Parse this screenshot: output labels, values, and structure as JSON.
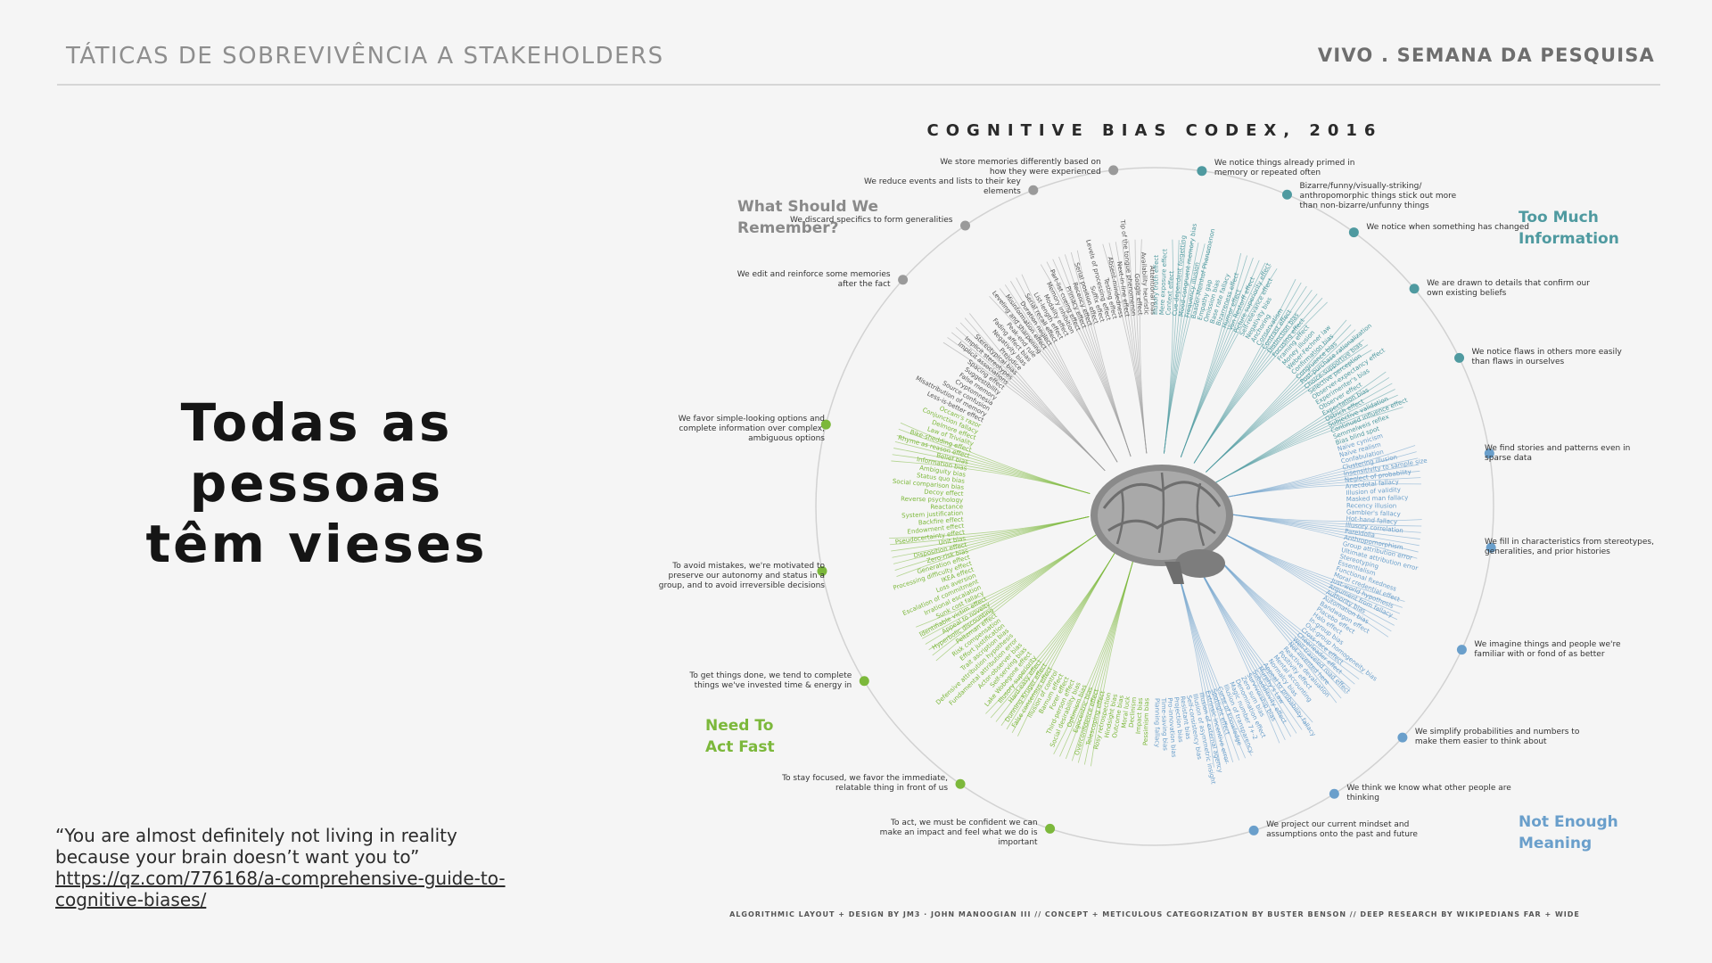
{
  "header": {
    "left_title": "TÁTICAS DE SOBREVIVÊNCIA A STAKEHOLDERS",
    "right_title": "VIVO . SEMANA DA PESQUISA"
  },
  "headline": {
    "line1": "Todas as",
    "line2": "pessoas",
    "line3": "têm vieses"
  },
  "quote": {
    "line1": "“You are almost definitely not living in reality",
    "line2": "because your brain doesn’t want you to”",
    "link": "https://qz.com/776168/a-comprehensive-guide-to-cognitive-biases/"
  },
  "codex": {
    "title": "COGNITIVE BIAS CODEX, 2016",
    "footer": "ALGORITHMIC LAYOUT + DESIGN BY JM3 · JOHN MANOOGIAN III // CONCEPT + METICULOUS CATEGORIZATION BY BUSTER BENSON // DEEP RESEARCH BY WIKIPEDIANS FAR + WIDE",
    "colors": {
      "remember": "#9a9a9a",
      "info": "#4f9aa0",
      "fast": "#7cb83b",
      "meaning": "#6a9fcb"
    },
    "sectors": {
      "remember": {
        "line1": "What Should We",
        "line2": "Remember?"
      },
      "info": {
        "line1": "Too Much",
        "line2": "Information"
      },
      "fast": {
        "line1": "Need To",
        "line2": "Act Fast"
      },
      "meaning": {
        "line1": "Not Enough",
        "line2": "Meaning"
      }
    },
    "nodes": [
      {
        "text": "We store memories differently based on how they were experienced",
        "sector": "remember"
      },
      {
        "text": "We reduce events and lists to their key elements",
        "sector": "remember"
      },
      {
        "text": "We discard specifics to form generalities",
        "sector": "remember"
      },
      {
        "text": "We edit and reinforce some memories after the fact",
        "sector": "remember"
      },
      {
        "text": "We notice things already primed in memory or repeated often",
        "sector": "info"
      },
      {
        "text": "Bizarre/funny/visually-striking/ anthropomorphic things stick out more than non-bizarre/unfunny things",
        "sector": "info"
      },
      {
        "text": "We notice when something has changed",
        "sector": "info"
      },
      {
        "text": "We are drawn to details that confirm our own existing beliefs",
        "sector": "info"
      },
      {
        "text": "We notice flaws in others more easily than flaws in ourselves",
        "sector": "info"
      },
      {
        "text": "We find stories and patterns even in sparse data",
        "sector": "meaning"
      },
      {
        "text": "We fill in characteristics from stereotypes, generalities, and prior histories",
        "sector": "meaning"
      },
      {
        "text": "We imagine things and people we're familiar with or fond of as better",
        "sector": "meaning"
      },
      {
        "text": "We simplify probabilities and numbers to make them easier to think about",
        "sector": "meaning"
      },
      {
        "text": "We think we know what other people are thinking",
        "sector": "meaning"
      },
      {
        "text": "We project our current mindset and assumptions onto the past and future",
        "sector": "meaning"
      },
      {
        "text": "To act, we must be confident we can make an impact and feel what we do is important",
        "sector": "fast"
      },
      {
        "text": "To stay focused, we favor the immediate, relatable thing in front of us",
        "sector": "fast"
      },
      {
        "text": "To get things done, we tend to complete things we've invested time & energy in",
        "sector": "fast"
      },
      {
        "text": "To avoid mistakes, we're motivated to preserve our autonomy and status in a group, and to avoid irreversible decisions",
        "sector": "fast"
      },
      {
        "text": "We favor simple-looking options and complete information over complex, ambiguous options",
        "sector": "fast"
      }
    ],
    "bias_labels": [
      "Availability heuristic",
      "Attentional bias",
      "Illusory truth effect",
      "Mere exposure effect",
      "Context effect",
      "Cue-dependent forgetting",
      "Mood-congruent memory bias",
      "Frequency illusion",
      "Baader-Meinhof Phenomenon",
      "Empathy gap",
      "Omission bias",
      "Base rate fallacy",
      "Bizarreness effect",
      "Humor effect",
      "Von Restorff effect",
      "Picture superiority effect",
      "Self-relevance effect",
      "Negativity bias",
      "Anchoring",
      "Conservatism",
      "Contrast effect",
      "Distinction bias",
      "Focusing effect",
      "Framing effect",
      "Money illusion",
      "Weber-Fechner law",
      "Confirmation bias",
      "Congruence bias",
      "Post-purchase rationalization",
      "Choice-supportive bias",
      "Selective perception",
      "Observer-expectancy effect",
      "Experimenter's bias",
      "Observer effect",
      "Expectation bias",
      "Ostrich effect",
      "Subjective validation",
      "Continued influence effect",
      "Semmelweis reflex",
      "Bias blind spot",
      "Naïve cynicism",
      "Naïve realism",
      "Confabulation",
      "Clustering illusion",
      "Insensitivity to sample size",
      "Neglect of probability",
      "Anecdotal fallacy",
      "Illusion of validity",
      "Masked man fallacy",
      "Recency illusion",
      "Gambler's fallacy",
      "Hot-hand fallacy",
      "Illusory correlation",
      "Pareidolia",
      "Anthropomorphism",
      "Group attribution error",
      "Ultimate attribution error",
      "Stereotyping",
      "Essentialism",
      "Functional fixedness",
      "Moral credential effect",
      "Just-world hypothesis",
      "Argument from fallacy",
      "Authority bias",
      "Automation bias",
      "Bandwagon effect",
      "Placebo effect",
      "Halo effect",
      "In-group bias",
      "Out-group homogeneity bias",
      "Cross-race effect",
      "Cheerleader effect",
      "Well-traveled road effect",
      "Not invented here",
      "Reactive devaluation",
      "Positivity effect",
      "Mental accounting",
      "Normalcy bias",
      "Appeal to probability fallacy",
      "Murphy's Law",
      "Subadditivity effect",
      "Survivorship bias",
      "Zero sum bias",
      "Denomination effect",
      "Magic number 7+-2",
      "Illusion of transparency",
      "Curse of knowledge",
      "Spotlight effect",
      "Extrinsic incentive error",
      "Illusion of external agency",
      "Illusion of asymmetric insight",
      "Self-consistency bias",
      "Resistant bias",
      "Projection bias",
      "Pro-innovation bias",
      "Time-saving bias",
      "Planning fallacy",
      "Pessimism bias",
      "Impact bias",
      "Declinism",
      "Moral luck",
      "Outcome bias",
      "Hindsight bias",
      "Rosy retrospection",
      "Telescoping effect",
      "Overconfidence effect",
      "Egocentric bias",
      "Optimism bias",
      "Social desirability bias",
      "Third-person effect",
      "Forer effect",
      "Barnum effect",
      "Illusion of control",
      "False consensus effect",
      "Dunning-Kruger effect",
      "Hard-easy effect",
      "Illusory superiority",
      "Lake Wobegone effect",
      "Self-serving bias",
      "Actor-observer bias",
      "Fundamental attribution error",
      "Defensive attribution hypothesis",
      "Trait ascription bias",
      "Effort justification",
      "Risk compensation",
      "Peltzman effect",
      "Hyperbolic discounting",
      "Appeal to novelty",
      "Identifiable victim effect",
      "Sunk cost fallacy",
      "Irrational escalation",
      "Escalation of commitment",
      "Loss aversion",
      "IKEA effect",
      "Processing difficulty effect",
      "Generation effect",
      "Zero-risk bias",
      "Disposition effect",
      "Unit bias",
      "Pseudocertainty effect",
      "Endowment effect",
      "Backfire effect",
      "System justification",
      "Reactance",
      "Reverse psychology",
      "Decoy effect",
      "Social comparison bias",
      "Status quo bias",
      "Ambiguity bias",
      "Information bias",
      "Belief bias",
      "Rhyme as reason effect",
      "Bike-shedding effect",
      "Law of Triviality",
      "Delmore effect",
      "Conjunction fallacy",
      "Occam's razor",
      "Less-is-better effect",
      "Misattribution of memory",
      "Source confusion",
      "Cryptomnesia",
      "False memory",
      "Suggestibility",
      "Spacing effect",
      "Implicit associations",
      "Implicit stereotypes",
      "Stereotypical bias",
      "Prejudice",
      "Negativity bias",
      "Fading affect bias",
      "Peak-end rule",
      "Leveling and sharpening",
      "Misinformation effect",
      "Duration neglect",
      "Serial recall effect",
      "List-length effect",
      "Modality effect",
      "Memory inhibition",
      "Part-list cueing effect",
      "Primacy effect",
      "Recency effect",
      "Serial position effect",
      "Suffix effect",
      "Levels of processing effect",
      "Testing effect",
      "Absent-mindedness",
      "Next-in-line effect",
      "Tip of the tongue phenomenon",
      "Google effect"
    ]
  }
}
